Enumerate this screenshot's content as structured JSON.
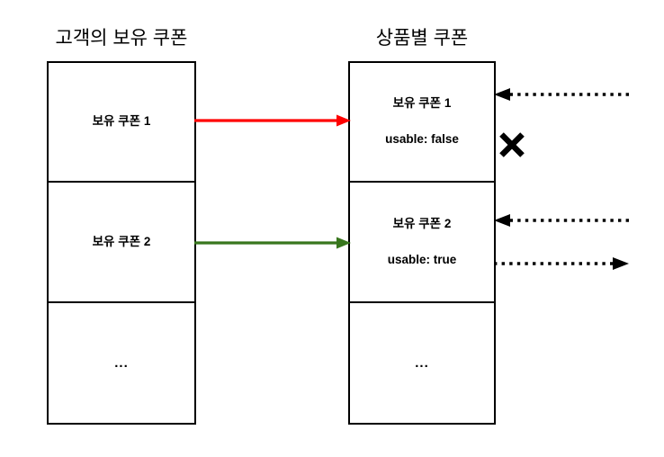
{
  "diagram": {
    "title_left": "고객의 보유 쿠폰",
    "title_right": "상품별 쿠폰",
    "left_table": {
      "rows": [
        {
          "line1": "보유 쿠폰 1",
          "line2": ""
        },
        {
          "line1": "보유 쿠폰 2",
          "line2": ""
        },
        {
          "line1": "...",
          "line2": ""
        }
      ]
    },
    "right_table": {
      "rows": [
        {
          "line1": "보유 쿠폰 1",
          "line2": "usable: false"
        },
        {
          "line1": "보유 쿠폰 2",
          "line2": "usable: true"
        },
        {
          "line1": "...",
          "line2": ""
        }
      ]
    },
    "connectors": [
      {
        "name": "coupon-1-mapping",
        "style": "solid",
        "direction": "right",
        "color": "#FF0000"
      },
      {
        "name": "coupon-2-mapping",
        "style": "solid",
        "direction": "right",
        "color": "#38761D"
      }
    ],
    "annotations": [
      {
        "name": "annotation-coupon-1-in",
        "style": "dotted",
        "direction": "left",
        "color": "#000000"
      },
      {
        "name": "annotation-coupon-2-in",
        "style": "dotted",
        "direction": "left",
        "color": "#000000"
      },
      {
        "name": "annotation-coupon-2-out",
        "style": "dotted",
        "direction": "right",
        "color": "#000000"
      }
    ],
    "marks": [
      {
        "name": "reject-x-mark",
        "glyph": "✕",
        "color": "#000000"
      }
    ],
    "colors": {
      "red": "#FF0000",
      "green": "#38761D",
      "black": "#000000",
      "background": "#FFFFFF"
    }
  }
}
